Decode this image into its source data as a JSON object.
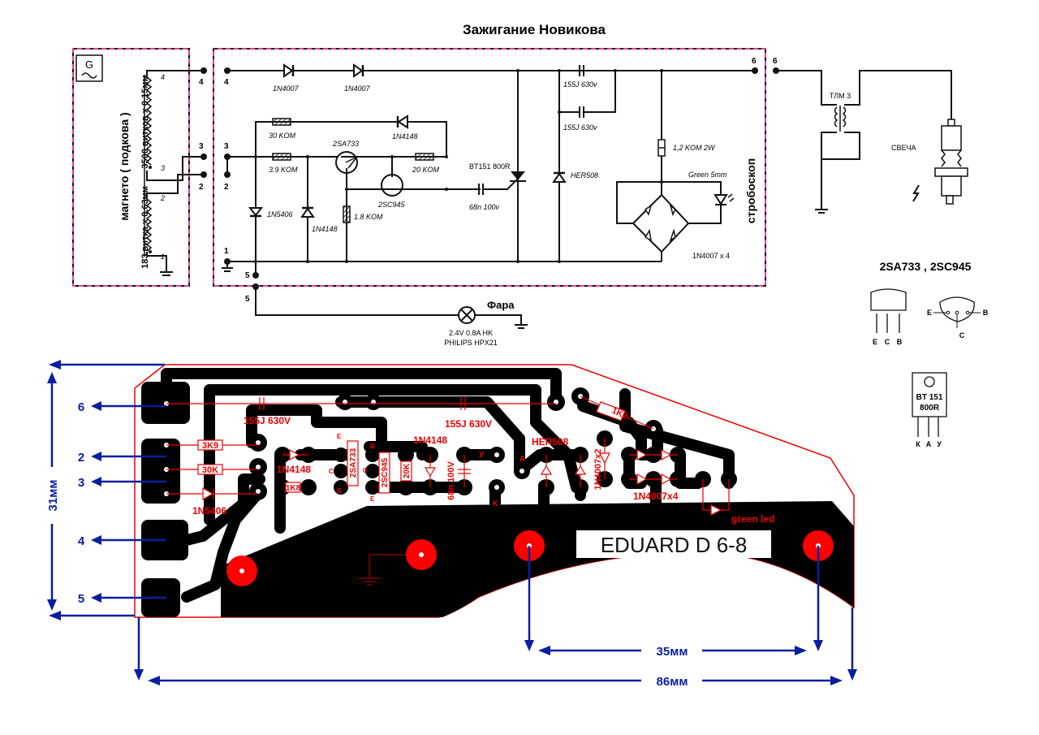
{
  "title": "Зажигание Новикова",
  "magneto": {
    "label": "магнето ( подкова )",
    "winding_hv": "3500 витков x 0.15мм",
    "winding_lv": "183 витка x 0.63мм",
    "generator_symbol": "G",
    "taps": [
      "4",
      "3",
      "2",
      "1"
    ],
    "terminals": [
      "4",
      "3",
      "2"
    ]
  },
  "circuit": {
    "terminals": [
      "4",
      "3",
      "2",
      "1",
      "5",
      "6"
    ],
    "components": {
      "d1": "1N4007",
      "d2": "1N4007",
      "r30k": "30 KOM",
      "d4148_top": "1N4148",
      "r39k": "3.9 KOM",
      "q1": "2SA733",
      "r20k": "20 KOM",
      "q2": "2SC945",
      "d5406": "1N5406",
      "d4148_low": "1N4148",
      "r18k": "1.8 KOM",
      "cap68n": "68n 100v",
      "scr": "BT151 800R",
      "c1": "155J 630v",
      "c2": "155J 630v",
      "her": "HER508",
      "r12k": "1,2 KOM 2W",
      "led": "Green 5mm",
      "bridge": "1N4007 x 4",
      "strobe_label": "стробоскоп"
    }
  },
  "lamp": {
    "terminal": "5",
    "name": "Фара",
    "spec_line1": "2.4V 0.8A HK",
    "spec_line2": "PHILIPS HPX21"
  },
  "output": {
    "terminal": "6",
    "coil": "ТЛМ 3",
    "plug": "СВЕЧА"
  },
  "pinouts": {
    "transistor_title": "2SA733  ,  2SC945",
    "transistor_pins_side": [
      "E",
      "C",
      "B"
    ],
    "transistor_pins_bottom": {
      "e": "E",
      "c": "C",
      "b": "B"
    },
    "scr_body_line1": "BT 151",
    "scr_body_line2": "800R",
    "scr_pins": [
      "К",
      "А",
      "У"
    ]
  },
  "pcb": {
    "terminals": [
      "6",
      "2",
      "3",
      "4",
      "5"
    ],
    "labels": {
      "c1": "155J 630V",
      "c2": "155J 630V",
      "r3k9": "3K9",
      "r30k": "30K",
      "d5406": "1N5406",
      "d4148a": "1N4148",
      "r1k8": "1K8",
      "q1": "2SA733",
      "q2": "2SC945",
      "r20k": "20K",
      "d4148b": "1N4148",
      "c68n": "68n 100V",
      "her": "HER508",
      "d4007x2": "1N4007x2",
      "d4007x4": "1N4007x4",
      "r1k2": "1K2",
      "led": "green led",
      "pin_e": "E",
      "pin_c": "C",
      "pin_b": "B",
      "pin_y": "У",
      "pin_a": "А",
      "pin_k": "К"
    },
    "board_name": "EDUARD D 6-8"
  },
  "dimensions": {
    "height": "31мм",
    "hole_spacing": "35мм",
    "width": "86мм"
  },
  "colors": {
    "copper": "#000000",
    "silkscreen": "#e00000",
    "dimension": "#0a1ea0",
    "frame": "#e0409a"
  }
}
